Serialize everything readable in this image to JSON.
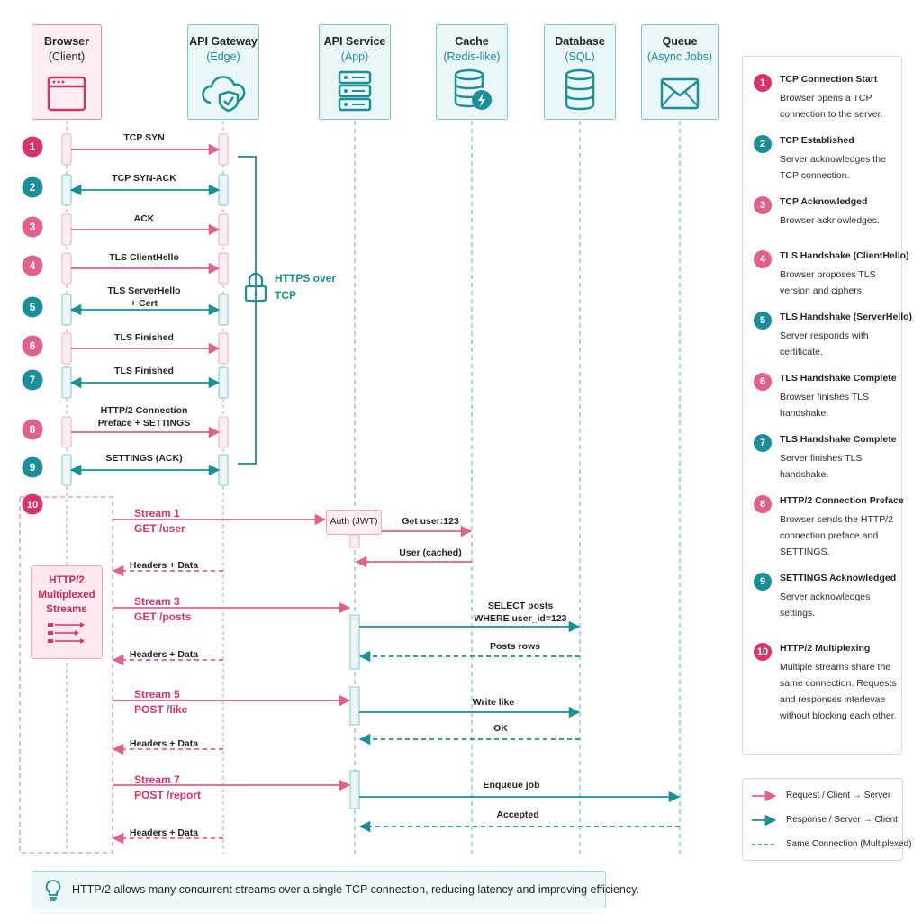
{
  "actors": [
    {
      "id": "browser",
      "title": "Browser",
      "subtitle": "(Client)",
      "icon": "browser-window-icon",
      "theme": "pink"
    },
    {
      "id": "gateway",
      "title": "API Gateway",
      "subtitle": "(Edge)",
      "icon": "cloud-shield-icon",
      "theme": "teal"
    },
    {
      "id": "service",
      "title": "API Service",
      "subtitle": "(App)",
      "icon": "server-stack-icon",
      "theme": "teal"
    },
    {
      "id": "cache",
      "title": "Cache",
      "subtitle": "(Redis-like)",
      "icon": "database-bolt-icon",
      "theme": "teal"
    },
    {
      "id": "database",
      "title": "Database",
      "subtitle": "(SQL)",
      "icon": "database-icon",
      "theme": "teal"
    },
    {
      "id": "queue",
      "title": "Queue",
      "subtitle": "(Async Jobs)",
      "icon": "envelope-icon",
      "theme": "teal"
    }
  ],
  "handshake_steps": [
    {
      "num": "1",
      "label": "TCP SYN",
      "direction": "request",
      "color": "#d6336c"
    },
    {
      "num": "2",
      "label": "TCP SYN-ACK",
      "direction": "both",
      "color": "#1a8f98"
    },
    {
      "num": "3",
      "label": "ACK",
      "direction": "request",
      "color": "#e0618e"
    },
    {
      "num": "4",
      "label": "TLS ClientHello",
      "direction": "request",
      "color": "#e0618e"
    },
    {
      "num": "5",
      "label": "TLS ServerHello\n+ Cert",
      "direction": "both",
      "color": "#1a8f98"
    },
    {
      "num": "6",
      "label": "TLS Finished",
      "direction": "request",
      "color": "#e0618e"
    },
    {
      "num": "7",
      "label": "TLS Finished",
      "direction": "both",
      "color": "#1a8f98"
    },
    {
      "num": "8",
      "label": "HTTP/2 Connection\nPreface + SETTINGS",
      "direction": "request",
      "color": "#e0618e"
    },
    {
      "num": "9",
      "label": "SETTINGS (ACK)",
      "direction": "both",
      "color": "#1a8f98"
    }
  ],
  "https_label": "HTTPS over TCP",
  "multiplex": {
    "num": "10",
    "label": "HTTP/2 Multiplexed Streams",
    "streams": [
      {
        "name": "Stream 1",
        "request": "GET /user",
        "response": "Headers + Data"
      },
      {
        "name": "Stream 3",
        "request": "GET /posts",
        "response": "Headers + Data"
      },
      {
        "name": "Stream 5",
        "request": "POST /like",
        "response": "Headers + Data"
      },
      {
        "name": "Stream 7",
        "request": "POST /report",
        "response": "Headers + Data"
      }
    ]
  },
  "backend_messages": {
    "auth": "Auth (JWT)",
    "cache_get": "Get user:123",
    "cache_reply": "User (cached)",
    "db_select": "SELECT posts\nWHERE user_id=123",
    "db_rows": "Posts rows",
    "db_write": "Write like",
    "db_ok": "OK",
    "queue_enqueue": "Enqueue job",
    "queue_accepted": "Accepted"
  },
  "legend": [
    {
      "num": "1",
      "title": "TCP Connection Start",
      "desc": "Browser opens a TCP connection to the server.",
      "color": "#d6336c"
    },
    {
      "num": "2",
      "title": "TCP Established",
      "desc": "Server acknowledges the TCP connection.",
      "color": "#1a8f98"
    },
    {
      "num": "3",
      "title": "TCP Acknowledged",
      "desc": "Browser acknowledges.",
      "color": "#e0618e"
    },
    {
      "num": "4",
      "title": "TLS Handshake (ClientHello)",
      "desc": "Browser proposes TLS version and ciphers.",
      "color": "#e0618e"
    },
    {
      "num": "5",
      "title": "TLS Handshake (ServerHello)",
      "desc": "Server responds with certificate.",
      "color": "#1a8f98"
    },
    {
      "num": "6",
      "title": "TLS Handshake Complete",
      "desc": "Browser finishes TLS handshake.",
      "color": "#e0618e"
    },
    {
      "num": "7",
      "title": "TLS Handshake Complete",
      "desc": "Server finishes TLS handshake.",
      "color": "#1a8f98"
    },
    {
      "num": "8",
      "title": "HTTP/2 Connection Preface",
      "desc": "Browser sends the HTTP/2 connection preface and SETTINGS.",
      "color": "#e0618e"
    },
    {
      "num": "9",
      "title": "SETTINGS Acknowledged",
      "desc": "Server acknowledges settings.",
      "color": "#1a8f98"
    },
    {
      "num": "10",
      "title": "HTTP/2 Multiplexing",
      "desc": "Multiple streams share the same connection. Requests and responses interlevae without blocking each other.",
      "color": "#d6336c"
    }
  ],
  "key": {
    "request": "Request / Client → Server",
    "response": "Response / Server → Client",
    "same": "Same Connection (Multiplexed)"
  },
  "footnote": "HTTP/2 allows many concurrent streams over a single TCP connection, reducing latency and improving efficiency.",
  "colors": {
    "pink": "#d6336c",
    "pink_light": "#e0618e",
    "teal": "#1a8f98"
  }
}
